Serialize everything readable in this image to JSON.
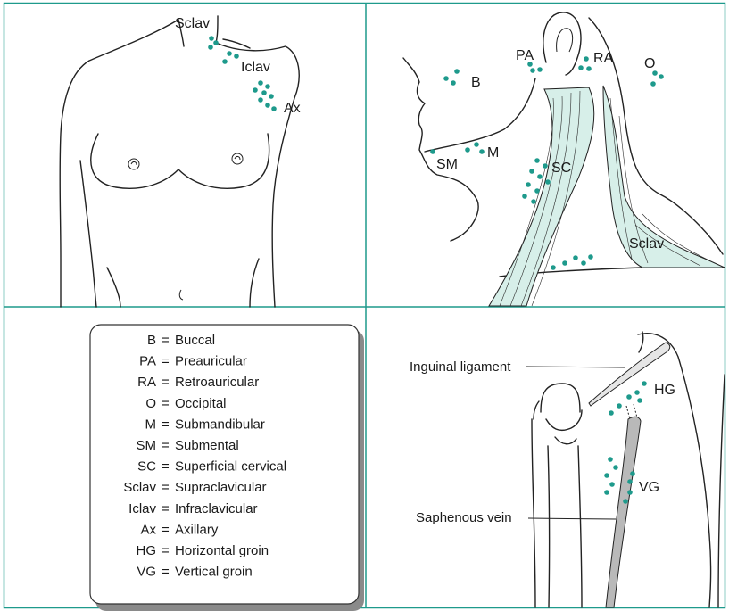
{
  "colors": {
    "node": "#1e9a8c",
    "muscle_fill": "#d7efe9",
    "frame": "#1e9a8c"
  },
  "chest": {
    "labels": {
      "sclav": "Sclav",
      "iclav": "Iclav",
      "ax": "Ax"
    }
  },
  "neck": {
    "labels": {
      "b": "B",
      "pa": "PA",
      "ra": "RA",
      "o": "O",
      "sm": "SM",
      "m": "M",
      "sc": "SC",
      "sclav": "Sclav"
    }
  },
  "legend": {
    "items": [
      {
        "abbr": "B",
        "name": "Buccal"
      },
      {
        "abbr": "PA",
        "name": "Preauricular"
      },
      {
        "abbr": "RA",
        "name": "Retroauricular"
      },
      {
        "abbr": "O",
        "name": "Occipital"
      },
      {
        "abbr": "M",
        "name": "Submandibular"
      },
      {
        "abbr": "SM",
        "name": "Submental"
      },
      {
        "abbr": "SC",
        "name": "Superficial cervical"
      },
      {
        "abbr": "Sclav",
        "name": "Supraclavicular"
      },
      {
        "abbr": "Iclav",
        "name": "Infraclavicular"
      },
      {
        "abbr": "Ax",
        "name": "Axillary"
      },
      {
        "abbr": "HG",
        "name": "Horizontal groin"
      },
      {
        "abbr": "VG",
        "name": "Vertical groin"
      }
    ]
  },
  "groin": {
    "labels": {
      "inguinal": "Inguinal ligament",
      "saphenous": "Saphenous vein",
      "hg": "HG",
      "vg": "VG"
    }
  }
}
